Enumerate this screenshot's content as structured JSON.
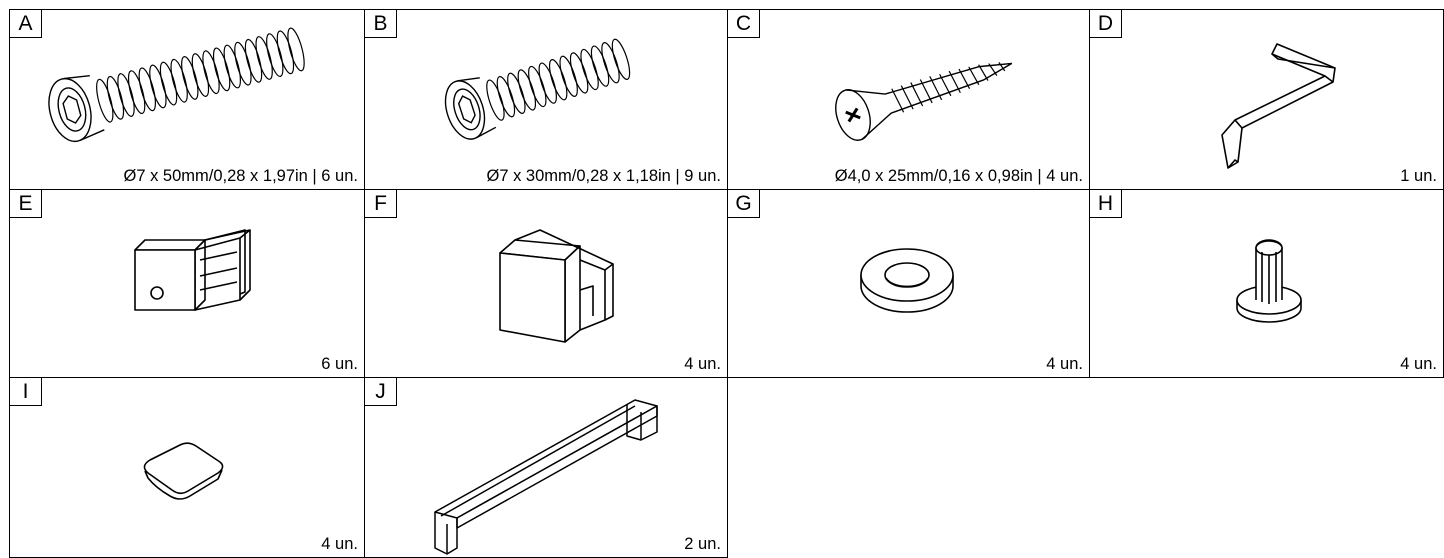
{
  "parts": [
    {
      "letter": "A",
      "caption": "Ø7 x 50mm/0,28 x 1,97in | 6 un.",
      "icon": "long-allen-bolt-icon"
    },
    {
      "letter": "B",
      "caption": "Ø7 x 30mm/0,28 x 1,18in | 9 un.",
      "icon": "short-allen-bolt-icon"
    },
    {
      "letter": "C",
      "caption": "Ø4,0 x 25mm/0,16 x 0,98in | 4 un.",
      "icon": "phillips-wood-screw-icon"
    },
    {
      "letter": "D",
      "caption": "1 un.",
      "icon": "allen-key-icon"
    },
    {
      "letter": "E",
      "caption": "6 un.",
      "icon": "square-tube-insert-icon"
    },
    {
      "letter": "F",
      "caption": "4 un.",
      "icon": "square-end-cap-icon"
    },
    {
      "letter": "G",
      "caption": "4 un.",
      "icon": "flat-washer-icon"
    },
    {
      "letter": "H",
      "caption": "4 un.",
      "icon": "shelf-support-pin-icon"
    },
    {
      "letter": "I",
      "caption": "4 un.",
      "icon": "rounded-foot-pad-icon"
    },
    {
      "letter": "J",
      "caption": "2 un.",
      "icon": "bar-handle-icon"
    }
  ]
}
